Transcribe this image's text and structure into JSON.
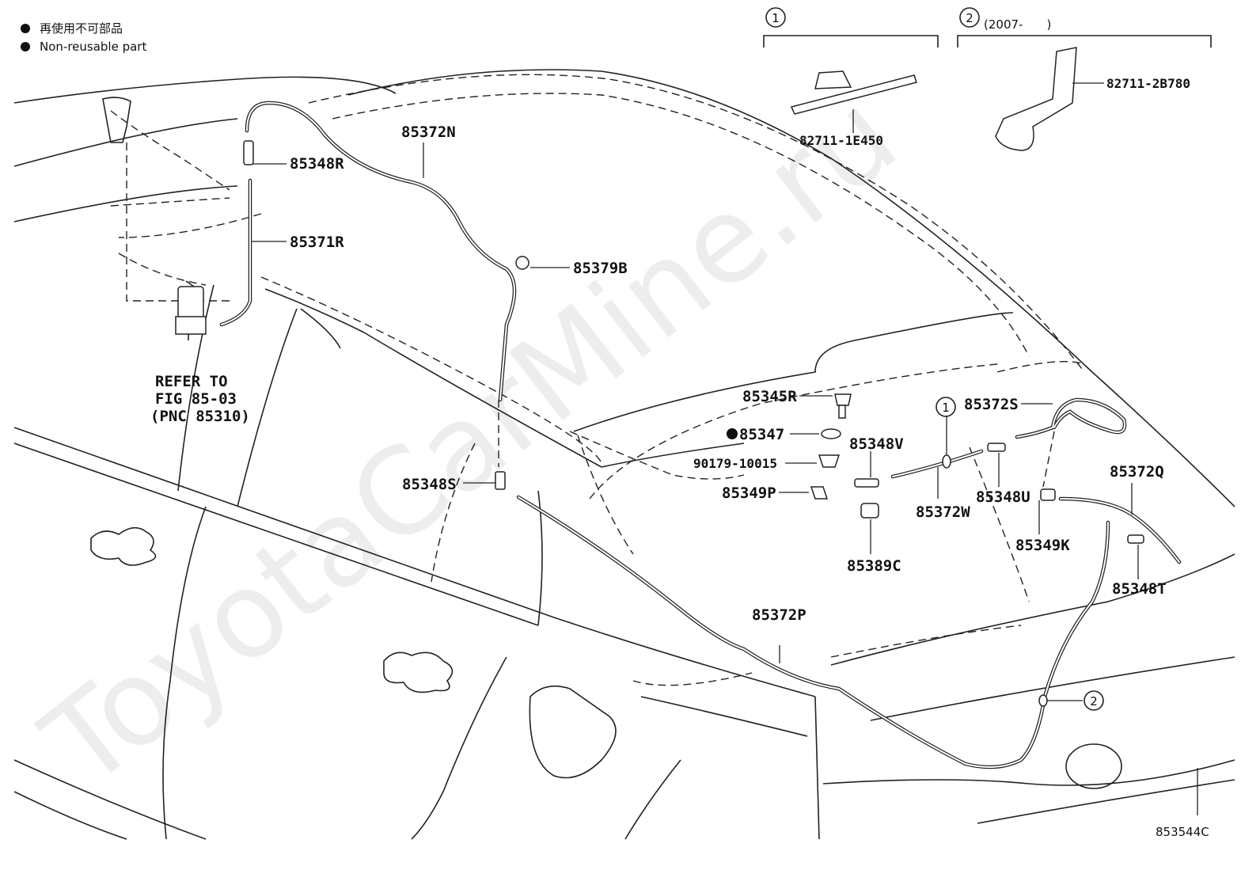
{
  "legend": {
    "jp_text": "再使用不可部品",
    "en_text": "Non-reusable part"
  },
  "variants": {
    "v1": {
      "num": "1",
      "part": "82711-1E450"
    },
    "v2": {
      "num": "2",
      "years": "(2007-　　)",
      "part": "82711-2B780"
    }
  },
  "callouts": {
    "c1": "1",
    "c2": "2"
  },
  "refer": {
    "line1": "REFER TO",
    "line2": "FIG 85-03",
    "line3": "(PNC 85310)"
  },
  "labels": {
    "p85372N": "85372N",
    "p85348R": "85348R",
    "p85371R": "85371R",
    "p85379B": "85379B",
    "p85345R": "85345R",
    "p85347": "85347",
    "p90179": "90179-10015",
    "p85349P": "85349P",
    "p85348V": "85348V",
    "p85389C": "85389C",
    "p85348S": "85348S",
    "p85372S": "85372S",
    "p85372W": "85372W",
    "p85348U": "85348U",
    "p85349K": "85349K",
    "p85372Q": "85372Q",
    "p85348T": "85348T",
    "p85372P": "85372P"
  },
  "diagram_code": "853544C",
  "watermark": "ToyotaCarMine.ru"
}
